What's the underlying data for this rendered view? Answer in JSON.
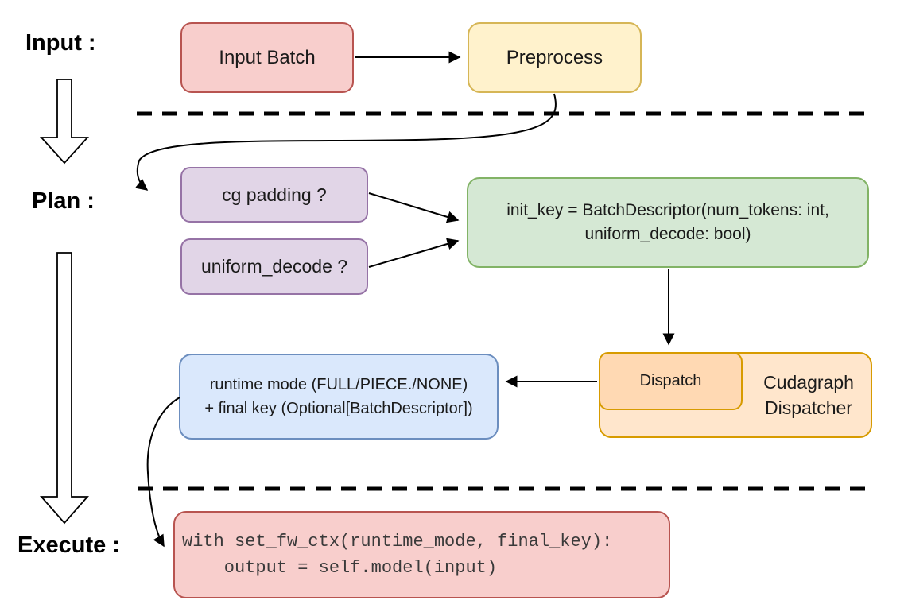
{
  "diagram": {
    "background": "#ffffff",
    "sections": [
      {
        "id": "input",
        "label": "Input :"
      },
      {
        "id": "plan",
        "label": "Plan :"
      },
      {
        "id": "execute",
        "label": "Execute :"
      }
    ],
    "nodes": {
      "input_batch": {
        "label": "Input Batch",
        "fill": "#f8cecc",
        "border": "#b85450"
      },
      "preprocess": {
        "label": "Preprocess",
        "fill": "#fff2cc",
        "border": "#d6b656"
      },
      "cg_padding": {
        "label": "cg padding ?",
        "fill": "#e1d5e7",
        "border": "#9673a6"
      },
      "uniform_decode": {
        "label": "uniform_decode ?",
        "fill": "#e1d5e7",
        "border": "#9673a6"
      },
      "init_key": {
        "line1": "init_key = BatchDescriptor(num_tokens: int,",
        "line2": "uniform_decode: bool)",
        "fill": "#d5e8d4",
        "border": "#82b366"
      },
      "dispatch": {
        "label": "Dispatch",
        "fill": "#ffd9b3",
        "border": "#d79b00"
      },
      "cudagraph_dispatcher": {
        "label": "Cudagraph Dispatcher",
        "fill": "#ffe6cc",
        "border": "#d79b00"
      },
      "runtime_mode": {
        "line1": "runtime mode (FULL/PIECE./NONE)",
        "line2": "+ final key (Optional[BatchDescriptor])",
        "fill": "#dae8fc",
        "border": "#6c8ebf"
      },
      "execute_code": {
        "line1": "with set_fw_ctx(runtime_mode, final_key):",
        "line2": "    output = self.model(input)",
        "fill": "#f8cecc",
        "border": "#b85450"
      }
    },
    "edges": [
      {
        "from": "input_batch",
        "to": "preprocess",
        "style": "straight-arrow"
      },
      {
        "from": "preprocess",
        "to": "cg_padding",
        "style": "curved-arrow"
      },
      {
        "from": "cg_padding",
        "to": "init_key",
        "style": "straight-arrow"
      },
      {
        "from": "uniform_decode",
        "to": "init_key",
        "style": "straight-arrow"
      },
      {
        "from": "init_key",
        "to": "dispatch",
        "style": "straight-arrow"
      },
      {
        "from": "dispatch",
        "to": "runtime_mode",
        "style": "straight-arrow"
      },
      {
        "from": "runtime_mode",
        "to": "execute_code",
        "style": "curved-arrow"
      },
      {
        "from": "input-section",
        "to": "plan-section",
        "style": "hollow-down-arrow"
      },
      {
        "from": "plan-section",
        "to": "execute-section",
        "style": "hollow-down-arrow"
      }
    ],
    "separators": [
      {
        "type": "dashed-line",
        "between": [
          "input",
          "plan"
        ]
      },
      {
        "type": "dashed-line",
        "between": [
          "plan",
          "execute"
        ]
      }
    ]
  }
}
